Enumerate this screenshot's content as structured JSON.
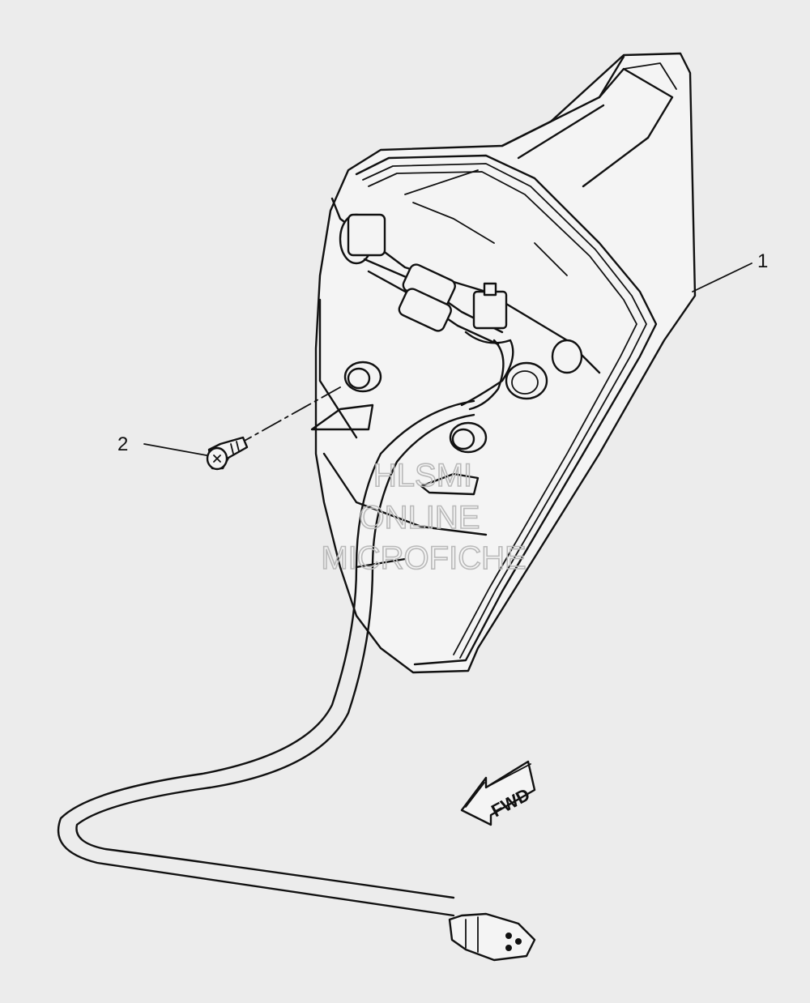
{
  "callouts": [
    {
      "id": "1",
      "label": "1"
    },
    {
      "id": "2",
      "label": "2"
    }
  ],
  "watermark": {
    "line1": "HLSMI",
    "line2": "ONLINE",
    "line3": "MICROFICHE"
  },
  "direction_badge": {
    "label": "FWD"
  },
  "colors": {
    "background": "#ececec",
    "line": "#111111",
    "watermark": "#b9b9b9"
  }
}
